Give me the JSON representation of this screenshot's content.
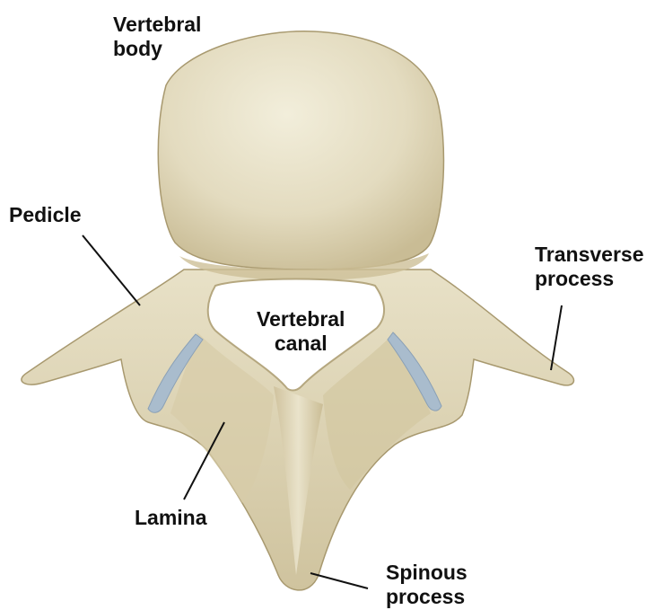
{
  "labels": {
    "vertebral_body": [
      "Vertebral",
      "body"
    ],
    "pedicle": "Pedicle",
    "transverse_process": [
      "Transverse",
      "process"
    ],
    "vertebral_canal": [
      "Vertebral",
      "canal"
    ],
    "lamina": "Lamina",
    "spinous_process": [
      "Spinous",
      "process"
    ]
  },
  "colors": {
    "bone_light": "#ece6cf",
    "bone_mid": "#d9cfae",
    "bone_shadow": "#b3a57f",
    "cartilage": "#a9bccd",
    "leader": "#111111"
  }
}
